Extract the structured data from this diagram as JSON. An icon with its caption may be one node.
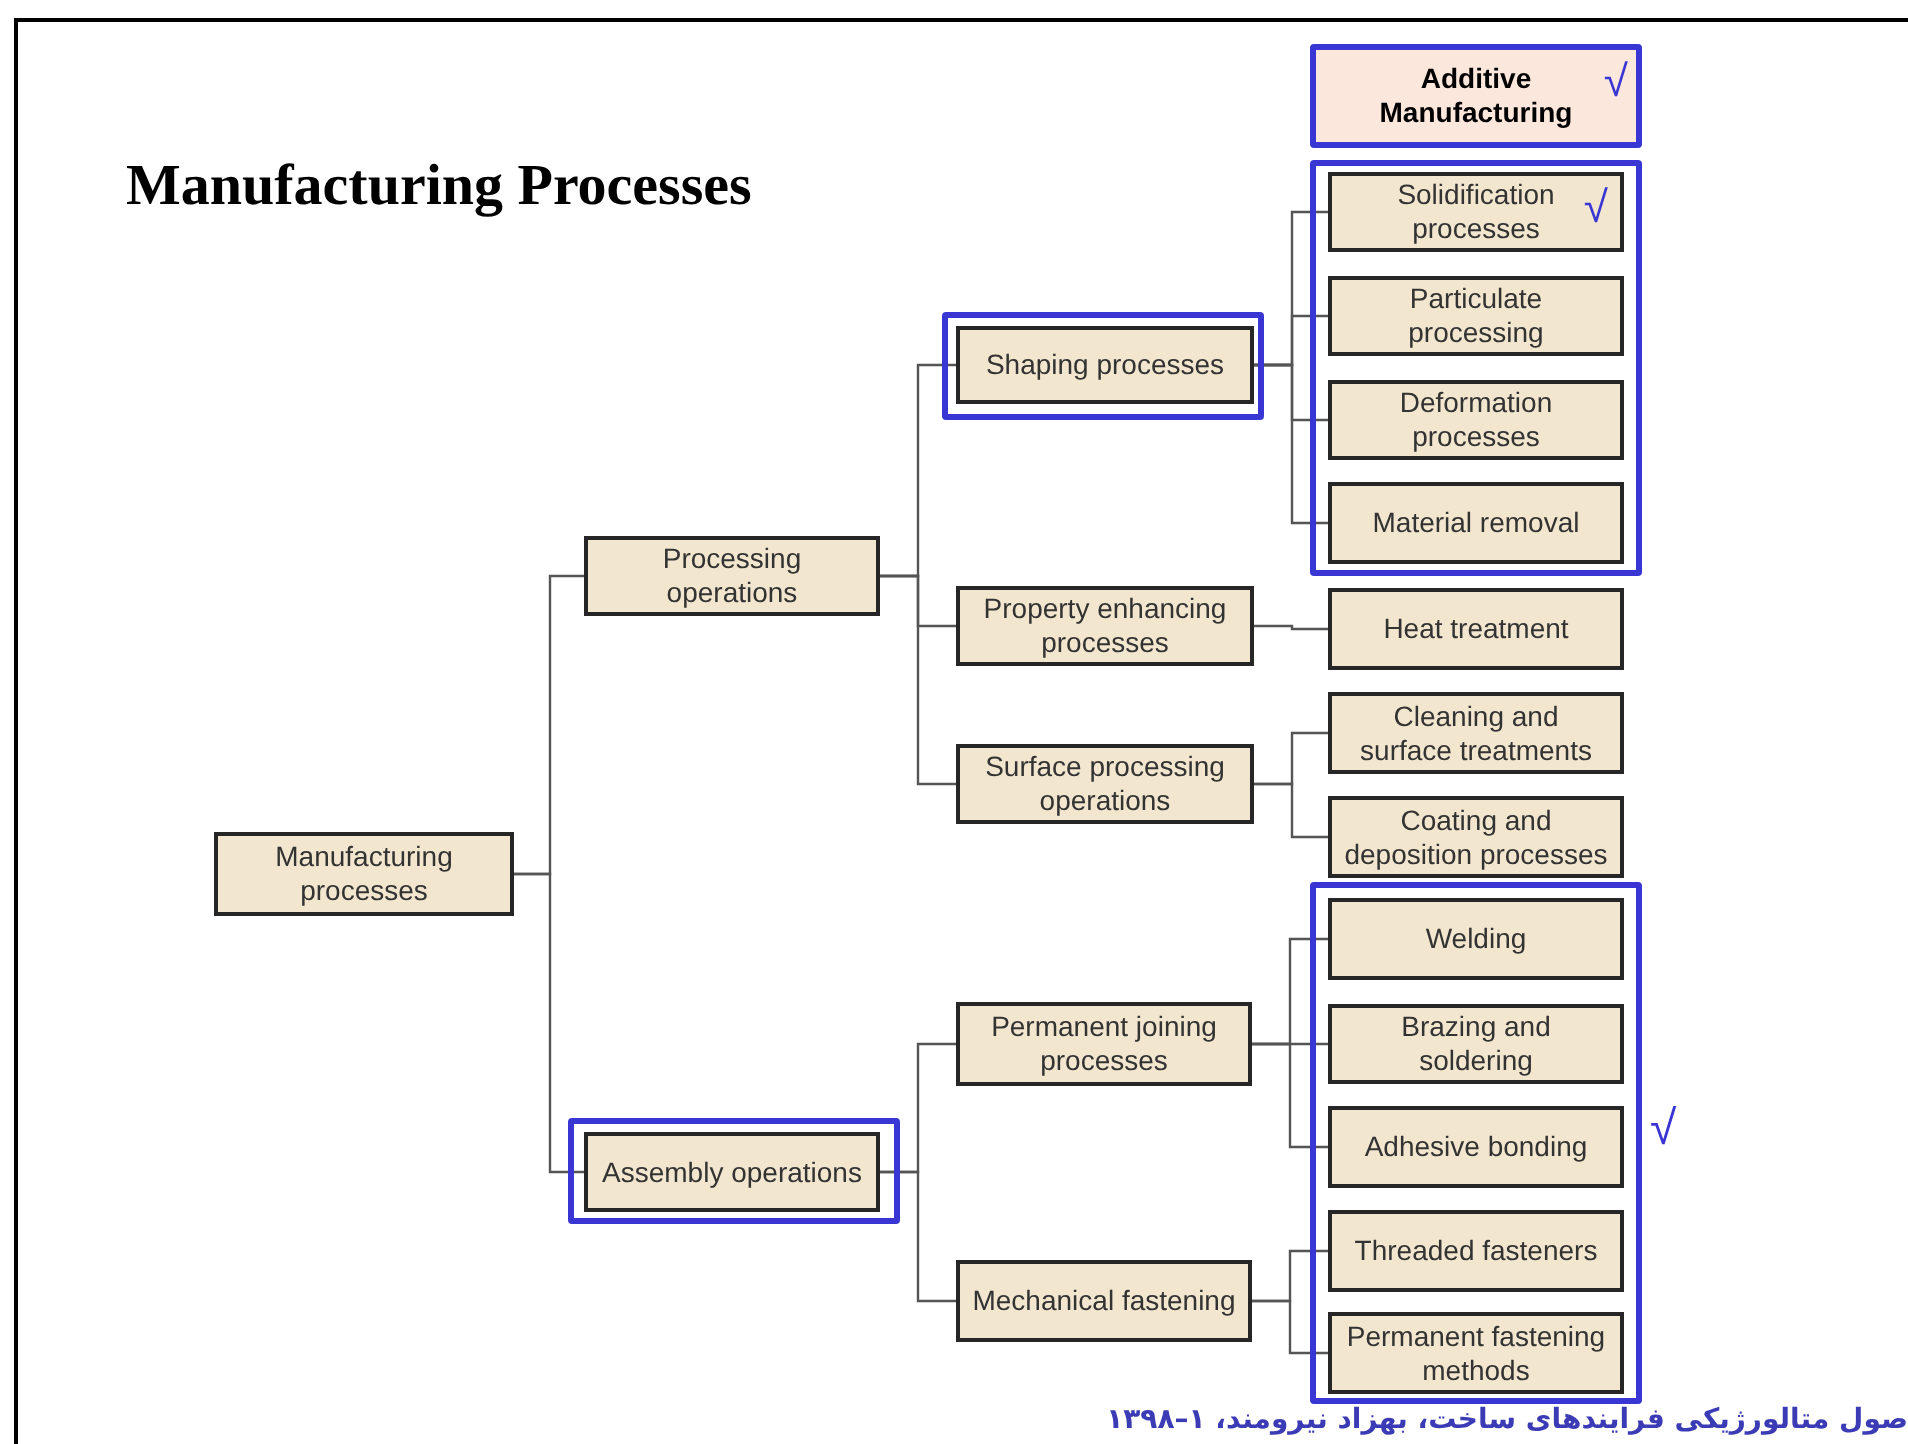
{
  "diagram": {
    "title": "Manufacturing Processes",
    "nodes": [
      {
        "text": [
          "Additive Manufacturing",
          "√"
        ]
      },
      {
        "text": [],
        "shape": "box"
      },
      {
        "text": [
          "Solidification processes",
          "√"
        ],
        "in": 1
      },
      {
        "text": [
          "Particulate processing"
        ],
        "in": 1
      },
      {
        "text": [
          "Deformation processes"
        ],
        "in": 1
      },
      {
        "text": [
          "Material removal"
        ],
        "in": 1
      },
      {
        "text": [
          "Manufacturing processes"
        ]
      },
      {
        "text": [
          "Processing operations"
        ]
      },
      {
        "text": [],
        "shape": "box"
      },
      {
        "text": [
          "Assembly operations"
        ],
        "in": 8
      },
      {
        "text": [],
        "shape": "box"
      },
      {
        "text": [
          "Shaping processes"
        ],
        "in": 10
      },
      {
        "text": [
          "Property enhancing processes"
        ]
      },
      {
        "text": [
          "Surface processing operations"
        ]
      },
      {
        "text": [
          "Permanent joining processes"
        ]
      },
      {
        "text": [
          "Mechanical fastening"
        ]
      },
      {
        "text": [
          "Heat treatment"
        ]
      },
      {
        "text": [
          "Cleaning and surface treatments"
        ]
      },
      {
        "text": [
          "Coating and deposition processes"
        ]
      },
      {
        "text": [],
        "shape": "box",
        "beside": [
          "√"
        ]
      },
      {
        "text": [
          "Welding"
        ],
        "in": 19
      },
      {
        "text": [
          "Brazing and soldering"
        ],
        "in": 19
      },
      {
        "text": [
          "Adhesive bonding"
        ],
        "in": 19
      },
      {
        "text": [
          "Threaded fasteners"
        ],
        "in": 19
      },
      {
        "text": [
          "Permanent fastening methods"
        ],
        "in": 19
      }
    ],
    "edges": [
      {
        "from": 6,
        "to": 7,
        "arrow": "none"
      },
      {
        "from": 6,
        "to": 9,
        "arrow": "none"
      },
      {
        "from": 7,
        "to": 11,
        "arrow": "none"
      },
      {
        "from": 7,
        "to": 12,
        "arrow": "none"
      },
      {
        "from": 7,
        "to": 13,
        "arrow": "none"
      },
      {
        "from": 11,
        "to": 2,
        "arrow": "none"
      },
      {
        "from": 11,
        "to": 3,
        "arrow": "none"
      },
      {
        "from": 11,
        "to": 4,
        "arrow": "none"
      },
      {
        "from": 11,
        "to": 5,
        "arrow": "none"
      },
      {
        "from": 12,
        "to": 16,
        "arrow": "none"
      },
      {
        "from": 13,
        "to": 17,
        "arrow": "none"
      },
      {
        "from": 13,
        "to": 18,
        "arrow": "none"
      },
      {
        "from": 9,
        "to": 14,
        "arrow": "none"
      },
      {
        "from": 9,
        "to": 15,
        "arrow": "none"
      },
      {
        "from": 14,
        "to": 20,
        "arrow": "none"
      },
      {
        "from": 14,
        "to": 21,
        "arrow": "none"
      },
      {
        "from": 14,
        "to": 22,
        "arrow": "none"
      },
      {
        "from": 15,
        "to": 23,
        "arrow": "none"
      },
      {
        "from": 15,
        "to": 24,
        "arrow": "none"
      }
    ],
    "labels": [
      "صول متالورژیکی فرایندهای ساخت، بهزاد نیرومند، ۱–۱۳۹۸"
    ]
  }
}
